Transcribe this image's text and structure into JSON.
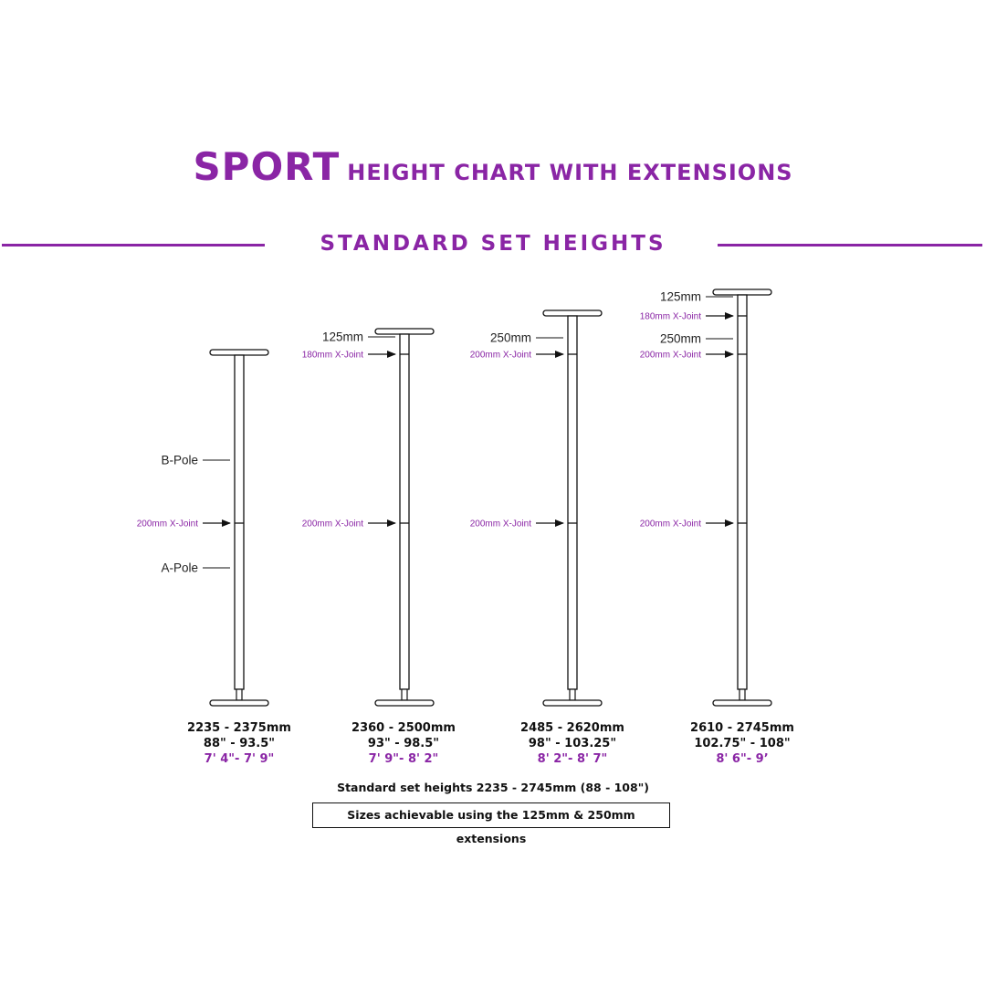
{
  "title": {
    "brand": "SPORT",
    "rest": "HEIGHT CHART WITH EXTENSIONS"
  },
  "section": {
    "heading": "STANDARD SET HEIGHTS"
  },
  "colors": {
    "accent": "#8a25a5",
    "ink": "#111111"
  },
  "poles": [
    {
      "range_mm": "2235 - 2375mm",
      "range_in": "88\" - 93.5\"",
      "range_ft": "7' 4\"- 7' 9\"",
      "labels": [
        {
          "text": "B-Pole",
          "kind": "part"
        },
        {
          "text": "200mm X-Joint",
          "kind": "joint"
        },
        {
          "text": "A-Pole",
          "kind": "part"
        }
      ]
    },
    {
      "range_mm": "2360 - 2500mm",
      "range_in": "93\" - 98.5\"",
      "range_ft": "7' 9\"- 8' 2\"",
      "labels": [
        {
          "text": "125mm",
          "kind": "part"
        },
        {
          "text": "180mm X-Joint",
          "kind": "joint"
        },
        {
          "text": "200mm X-Joint",
          "kind": "joint"
        }
      ]
    },
    {
      "range_mm": "2485 - 2620mm",
      "range_in": "98\" - 103.25\"",
      "range_ft": "8' 2\"- 8' 7\"",
      "labels": [
        {
          "text": "250mm",
          "kind": "part"
        },
        {
          "text": "200mm X-Joint",
          "kind": "joint"
        },
        {
          "text": "200mm X-Joint",
          "kind": "joint"
        }
      ]
    },
    {
      "range_mm": "2610 - 2745mm",
      "range_in": "102.75\" - 108\"",
      "range_ft": "8' 6\"- 9’",
      "labels": [
        {
          "text": "125mm",
          "kind": "part"
        },
        {
          "text": "180mm X-Joint",
          "kind": "joint"
        },
        {
          "text": "250mm",
          "kind": "part"
        },
        {
          "text": "200mm X-Joint",
          "kind": "joint"
        },
        {
          "text": "200mm X-Joint",
          "kind": "joint"
        }
      ]
    }
  ],
  "footer": {
    "summary": "Standard set heights 2235 - 2745mm (88 - 108\")",
    "note": "Sizes achievable using the 125mm & 250mm extensions"
  }
}
